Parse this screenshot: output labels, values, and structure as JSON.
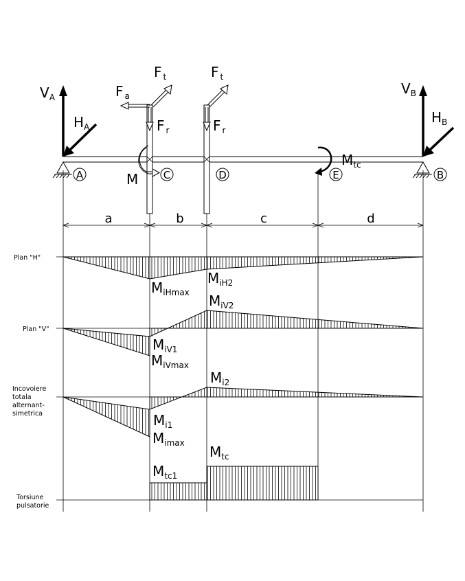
{
  "forces": {
    "va": {
      "main": "V",
      "sub": "A"
    },
    "ha": {
      "main": "H",
      "sub": "A"
    },
    "vb": {
      "main": "V",
      "sub": "B"
    },
    "hb": {
      "main": "H",
      "sub": "B"
    },
    "ft1": {
      "main": "F",
      "sub": "t"
    },
    "ft2": {
      "main": "F",
      "sub": "t"
    },
    "fa": {
      "main": "F",
      "sub": "a"
    },
    "fr1": {
      "main": "F",
      "sub": "r"
    },
    "fr2": {
      "main": "F",
      "sub": "r"
    },
    "mtc_top": {
      "main": "M",
      "sub": "tc"
    },
    "m_moment": "M"
  },
  "points": {
    "A": "A",
    "B": "B",
    "C": "C",
    "D": "D",
    "E": "E"
  },
  "segments": {
    "a": "a",
    "b": "b",
    "c": "c",
    "d": "d"
  },
  "rows": {
    "plan_h": "Plan \"H\"",
    "plan_v": "Plan \"V\"",
    "bending": [
      "Incovoiere",
      "totala",
      "alternant-",
      "simetrica"
    ],
    "torsion": [
      "Torsiune",
      "pulsatorie"
    ]
  },
  "diagram_labels": {
    "mihmax": {
      "main": "M",
      "sub": "iHmax"
    },
    "mih2": {
      "main": "M",
      "sub": "iH2"
    },
    "miv2": {
      "main": "M",
      "sub": "iV2"
    },
    "miv1": {
      "main": "M",
      "sub": "iV1"
    },
    "mivmax": {
      "main": "M",
      "sub": "iVmax"
    },
    "mi2": {
      "main": "M",
      "sub": "i2"
    },
    "mi1": {
      "main": "M",
      "sub": "i1"
    },
    "mimax": {
      "main": "M",
      "sub": "imax"
    },
    "mtc": {
      "main": "M",
      "sub": "tc"
    },
    "mtc1": {
      "main": "M",
      "sub": "tc1"
    }
  }
}
